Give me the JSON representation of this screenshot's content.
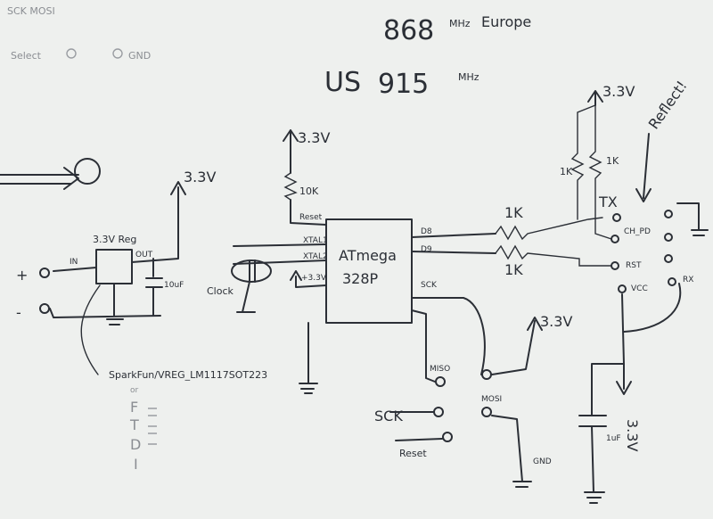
{
  "notes": {
    "top_left_1": "SCK  MOSI",
    "top_left_2": "Select",
    "top_left_3": "GND",
    "freq_eu_num": "868",
    "freq_eu_unit": "MHz",
    "freq_eu_region": "Europe",
    "freq_us_region": "US",
    "freq_us_num": "915",
    "freq_us_unit": "MHz",
    "reflect": "Reflect!"
  },
  "regulator": {
    "label": "3.3V Reg",
    "in_label": "IN",
    "out_label": "OUT",
    "cap_label": "10uF",
    "vout": "3.3V",
    "plus": "+",
    "minus": "-",
    "part": "SparkFun/VREG_LM1117SOT223",
    "or_label": "or",
    "alt_letters": [
      "F",
      "T",
      "D",
      "I"
    ]
  },
  "mcu": {
    "name_line1": "ATmega",
    "name_line2": "328P",
    "reset": "Reset",
    "xtal1": "XTAL1",
    "xtal2": "XTAL2",
    "vcc": "+3.3V",
    "d8": "D8",
    "d9": "D9",
    "sck": "SCK",
    "pullup_value": "10K",
    "pullup_supply": "3.3V",
    "clock": "Clock"
  },
  "isp": {
    "miso": "MISO",
    "mosi": "MOSI",
    "sck": "SCK",
    "reset": "Reset",
    "vcc": "3.3V",
    "gnd": "GND"
  },
  "radio": {
    "r1": "1K",
    "r2": "1K",
    "pull_r1": "1K",
    "pull_r2": "1K",
    "supply": "3.3V",
    "tx": "TX",
    "ch_pd": "CH_PD",
    "rst": "RST",
    "vcc": "VCC",
    "rx": "RX",
    "cap": "1uF",
    "cap_supply": "3.3V"
  }
}
